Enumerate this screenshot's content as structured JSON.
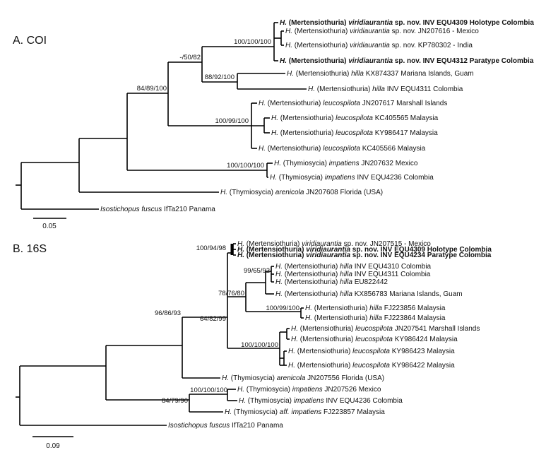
{
  "panelA": {
    "label": "A. COI",
    "tips": [
      {
        "genus": "H. ",
        "sub": "(Mertensiothuria)",
        "sp": " viridiaurantia",
        "rest": " sp. nov. INV EQU4309 Holotype Colombia",
        "bold": true
      },
      {
        "genus": "H. ",
        "sub": "(Mertensiothuria)",
        "sp": " viridiaurantia",
        "rest": " sp. nov. JN207616 - Mexico",
        "bold": false
      },
      {
        "genus": "H. ",
        "sub": "(Mertensiothuria)",
        "sp": " viridiaurantia",
        "rest": " sp. nov. KP780302 - India",
        "bold": false
      },
      {
        "genus": "H. ",
        "sub": "(Mertensiothuria)",
        "sp": " viridiaurantia",
        "rest": " sp. nov. INV EQU4312 Paratype Colombia",
        "bold": true
      },
      {
        "genus": "H. ",
        "sub": "(Mertensiothuria)",
        "sp": " hilla",
        "rest": " KX874337 Mariana Islands, Guam",
        "bold": false
      },
      {
        "genus": "H. ",
        "sub": "(Mertensiothuria)",
        "sp": " hilla",
        "rest": " INV EQU4311 Colombia",
        "bold": false
      },
      {
        "genus": "H. ",
        "sub": "(Mertensiothuria)",
        "sp": " leucospilota",
        "rest": " JN207617 Marshall Islands",
        "bold": false
      },
      {
        "genus": "H. ",
        "sub": "(Mertensiothuria)",
        "sp": " leucospilota",
        "rest": " KC405565 Malaysia",
        "bold": false
      },
      {
        "genus": "H. ",
        "sub": "(Mertensiothuria)",
        "sp": " leucospilota",
        "rest": " KY986417 Malaysia",
        "bold": false
      },
      {
        "genus": "H. ",
        "sub": "(Mertensiothuria)",
        "sp": " leucospilota",
        "rest": " KC405566 Malaysia",
        "bold": false
      },
      {
        "genus": "H. ",
        "sub": "(Thymiosycia)",
        "sp": " impatiens",
        "rest": " JN207632 Mexico",
        "bold": false
      },
      {
        "genus": "H. ",
        "sub": "(Thymiosycia)",
        "sp": " impatiens",
        "rest": " INV EQU4236 Colombia",
        "bold": false
      },
      {
        "genus": "H. ",
        "sub": "(Thymiosycia)",
        "sp": " arenicola",
        "rest": " JN207608 Florida (USA)",
        "bold": false
      },
      {
        "genus": "",
        "sub": "",
        "sp": "Isostichopus fuscus",
        "rest": " IfTa210 Panama",
        "bold": false
      }
    ],
    "supports": [
      "100/100/100",
      "-/50/82",
      "88/92/100",
      "84/89/100",
      "100/99/100",
      "100/100/100"
    ],
    "scale": "0.05"
  },
  "panelB": {
    "label": "B. 16S",
    "tips": [
      {
        "genus": "H. ",
        "sub": "(Mertensiothuria)",
        "sp": " viridiaurantia",
        "rest": " sp. nov. JN207515 - Mexico",
        "bold": false
      },
      {
        "genus": "H. ",
        "sub": "(Mertensiothuria)",
        "sp": " viridiaurantia",
        "rest": " sp. nov. INV EQU4309 Holotype Colombia",
        "bold": true
      },
      {
        "genus": "H. ",
        "sub": "(Mertensiothuria)",
        "sp": " viridiaurantia",
        "rest": " sp. nov. INV EQU4234 Paratype Colombia",
        "bold": true
      },
      {
        "genus": "H. ",
        "sub": "(Mertensiothuria)",
        "sp": " hilla",
        "rest": " INV EQU4310 Colombia",
        "bold": false
      },
      {
        "genus": "H. ",
        "sub": "(Mertensiothuria)",
        "sp": " hilla",
        "rest": " INV EQU4311 Colombia",
        "bold": false
      },
      {
        "genus": "H. ",
        "sub": "(Mertensiothuria)",
        "sp": " hilla",
        "rest": " EU822442",
        "bold": false
      },
      {
        "genus": "H. ",
        "sub": "(Mertensiothuria)",
        "sp": " hilla",
        "rest": " KX856783 Mariana Islands, Guam",
        "bold": false
      },
      {
        "genus": "H. ",
        "sub": "(Mertensiothuria)",
        "sp": " hilla",
        "rest": " FJ223856 Malaysia",
        "bold": false
      },
      {
        "genus": "H. ",
        "sub": "(Mertensiothuria)",
        "sp": " hilla",
        "rest": " FJ223864 Malaysia",
        "bold": false
      },
      {
        "genus": "H. ",
        "sub": "(Mertensiothuria)",
        "sp": " leucospilota",
        "rest": " JN207541 Marshall Islands",
        "bold": false
      },
      {
        "genus": "H. ",
        "sub": "(Mertensiothuria)",
        "sp": " leucospilota",
        "rest": " KY986424 Malaysia",
        "bold": false
      },
      {
        "genus": "H. ",
        "sub": "(Mertensiothuria)",
        "sp": " leucospilota",
        "rest": " KY986423 Malaysia",
        "bold": false
      },
      {
        "genus": "H. ",
        "sub": "(Mertensiothuria)",
        "sp": " leucospilota",
        "rest": " KY986422 Malaysia",
        "bold": false
      },
      {
        "genus": "H. ",
        "sub": "(Thymiosycia)",
        "sp": " arenicola",
        "rest": " JN207556 Florida (USA)",
        "bold": false
      },
      {
        "genus": "H. ",
        "sub": "(Thymiosycia)",
        "sp": " impatiens",
        "rest": " JN207526 Mexico",
        "bold": false
      },
      {
        "genus": "H. ",
        "sub": "(Thymiosycia)",
        "sp": " impatiens",
        "rest": " INV EQU4236 Colombia",
        "bold": false
      },
      {
        "genus": "H. ",
        "sub": "(Thymiosycia)",
        "sp": " aff. impatiens",
        "rest": " FJ223857 Malaysia",
        "bold": false
      },
      {
        "genus": "",
        "sub": "",
        "sp": "Isostichopus fuscus",
        "rest": " IfTa210 Panama",
        "bold": false
      }
    ],
    "supports": [
      "100/94/98",
      "99/65/92",
      "78/76/80",
      "100/99/100",
      "64/82/99",
      "100/100/100",
      "96/86/93",
      "100/100/100",
      "84/79/90"
    ],
    "scale": "0.09"
  }
}
